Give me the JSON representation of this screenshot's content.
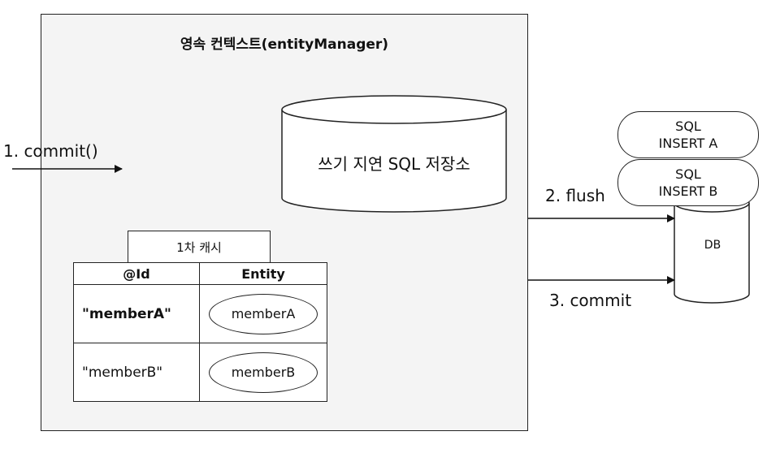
{
  "context": {
    "title": "영속 컨텍스트(entityManager)"
  },
  "commit_call": {
    "label": "1. commit()"
  },
  "sql_store": {
    "label": "쓰기 지연 SQL 저장소"
  },
  "first_level_cache": {
    "title": "1차 캐시",
    "columns": [
      "@Id",
      "Entity"
    ],
    "rows": [
      {
        "id": "\"memberA\"",
        "entity": "memberA"
      },
      {
        "id": "\"memberB\"",
        "entity": "memberB"
      }
    ]
  },
  "sql_queue": [
    {
      "line1": "SQL",
      "line2": "INSERT A"
    },
    {
      "line1": "SQL",
      "line2": "INSERT B"
    }
  ],
  "db": {
    "label": "DB"
  },
  "arrows": {
    "flush": "2. flush",
    "commit": "3. commit"
  }
}
